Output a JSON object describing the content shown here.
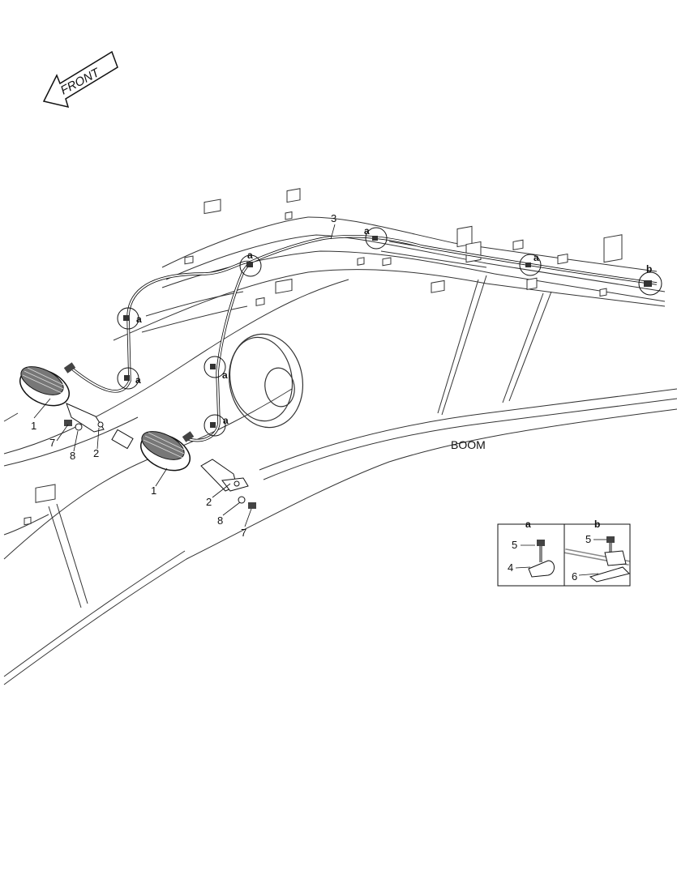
{
  "front_label": "FRONT",
  "boom_label": "BOOM",
  "callouts": {
    "lamp_left": "1",
    "lamp_right": "1",
    "bracket_left": "2",
    "bracket_right": "2",
    "harness": "3",
    "bolt_left": "7",
    "bolt_right": "7",
    "washer_left": "8",
    "washer_right": "8"
  },
  "detail_markers": {
    "a1": "a",
    "a2": "a",
    "a3": "a",
    "a4": "a",
    "a5": "a",
    "a6": "a",
    "a7": "a",
    "b1": "b"
  },
  "inset": {
    "a": {
      "title": "a",
      "bolt": "5",
      "clamp": "4"
    },
    "b": {
      "title": "b",
      "bolt": "5",
      "bracket": "6"
    }
  }
}
